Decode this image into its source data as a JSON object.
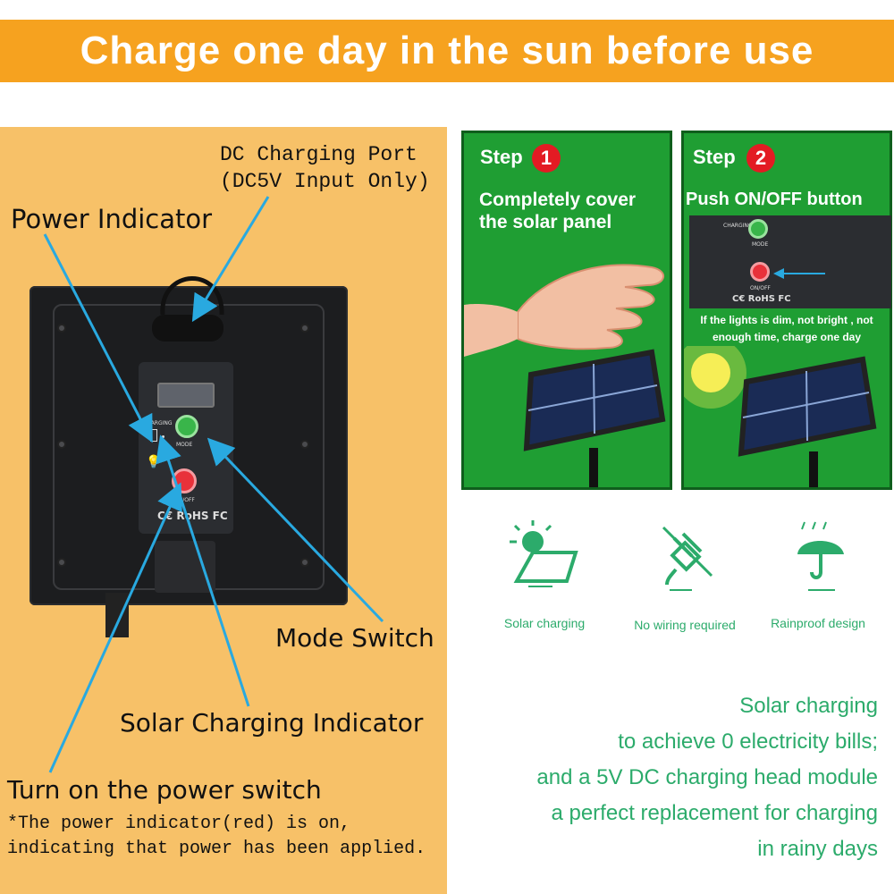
{
  "banner": {
    "text": "Charge one day in the sun before  use"
  },
  "labels": {
    "dc_port_line1": "DC Charging Port",
    "dc_port_line2": "(DC5V Input Only)",
    "power_indicator": "Power Indicator",
    "mode_switch": "Mode Switch",
    "solar_charging_indicator": "Solar Charging Indicator",
    "turn_on": "Turn on the power switch",
    "note_line1": "*The power indicator(red) is on,",
    "note_line2": "indicating that power has been applied."
  },
  "device": {
    "charging": "CHARGING",
    "mode": "MODE",
    "onoff": "ON/OFF",
    "cert": "C€ RoHS FC"
  },
  "step1": {
    "label": "Step",
    "number": "1",
    "desc_line1": "Completely cover",
    "desc_line2": "the solar panel"
  },
  "step2": {
    "label": "Step",
    "number": "2",
    "desc": "Push ON/OFF button",
    "hint_line1": "If the lights is dim, not bright , not",
    "hint_line2": "enough time,  charge one day",
    "charging": "CHARGING",
    "mode": "MODE",
    "onoff": "ON/OFF",
    "cert": "C€ RoHS FC"
  },
  "features": [
    {
      "label": "Solar charging",
      "icon": "solar-panel-icon"
    },
    {
      "label": "No wiring required",
      "icon": "no-plug-icon"
    },
    {
      "label": "Rainproof design",
      "icon": "umbrella-icon"
    }
  ],
  "summary": {
    "line1": "Solar charging",
    "line2": "to achieve 0 electricity bills;",
    "line3": "and a 5V DC charging head module",
    "line4": "a perfect replacement for charging",
    "line5": "in rainy days"
  },
  "colors": {
    "banner": "#f6a21f",
    "left_panel": "#f7c168",
    "step_green": "#1f9e33",
    "accent_red": "#e31b23",
    "feature_green": "#2cab6b",
    "arrow_blue": "#29a9e0"
  }
}
